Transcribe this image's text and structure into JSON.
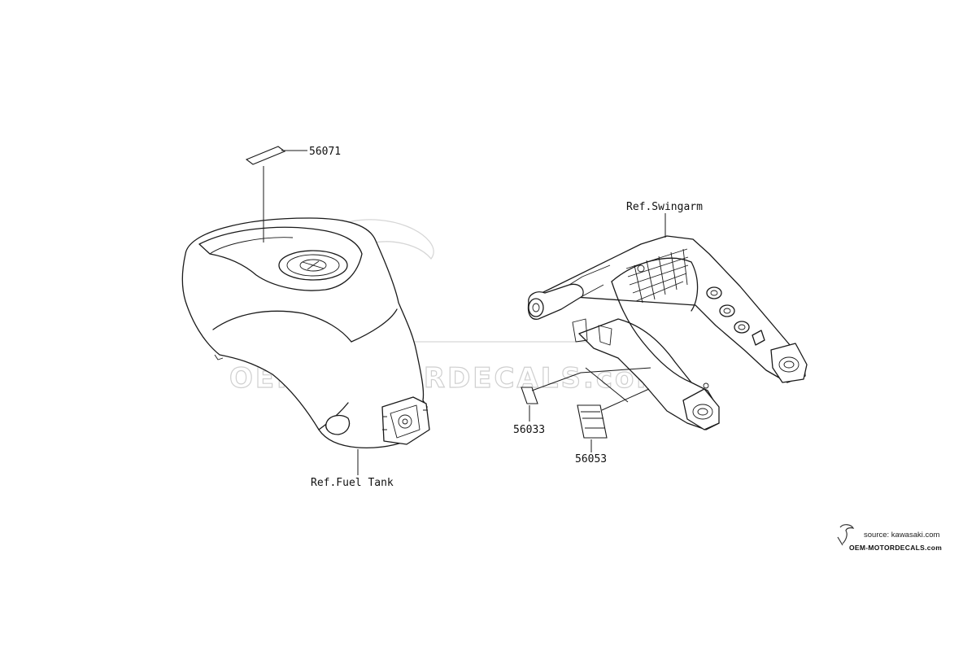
{
  "diagram": {
    "parts": [
      {
        "id": "decal_top",
        "number": "56071"
      },
      {
        "id": "decal_small",
        "number": "56033"
      },
      {
        "id": "decal_plate",
        "number": "56053"
      }
    ],
    "references": [
      {
        "id": "fuel_tank",
        "label": "Ref.Fuel Tank"
      },
      {
        "id": "swingarm",
        "label": "Ref.Swingarm"
      }
    ]
  },
  "watermark": {
    "text": "OEM-MOTORDECALS.com"
  },
  "credit": {
    "source": "source: kawasaki.com",
    "site": "OEM-MOTORDECALS.com"
  },
  "colors": {
    "line": "#1a1a1a",
    "watermark": "#cfcfcf",
    "background": "#ffffff"
  }
}
